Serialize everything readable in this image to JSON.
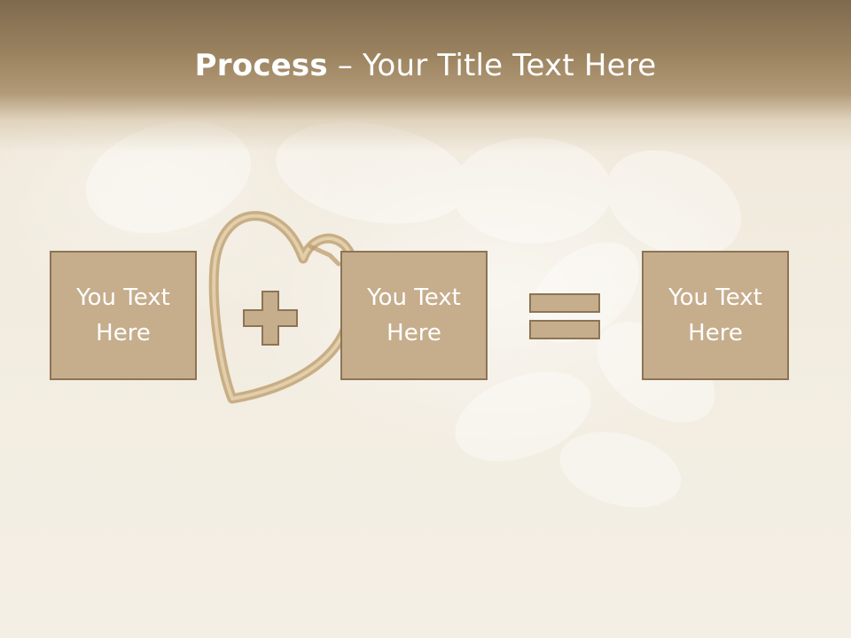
{
  "slide": {
    "title_bold": "Process",
    "title_separator": "–",
    "title_rest": "Your Title Text Here"
  },
  "process": {
    "boxes": [
      {
        "text": "You Text Here"
      },
      {
        "text": "You Text Here"
      },
      {
        "text": "You Text Here"
      }
    ],
    "operators": [
      "plus-icon",
      "equals-icon"
    ]
  },
  "colors": {
    "header": "#9a825f",
    "box_fill": "#c6ad8c",
    "box_border": "#8c7455",
    "text": "#ffffff",
    "background": "#f1ebdf"
  }
}
